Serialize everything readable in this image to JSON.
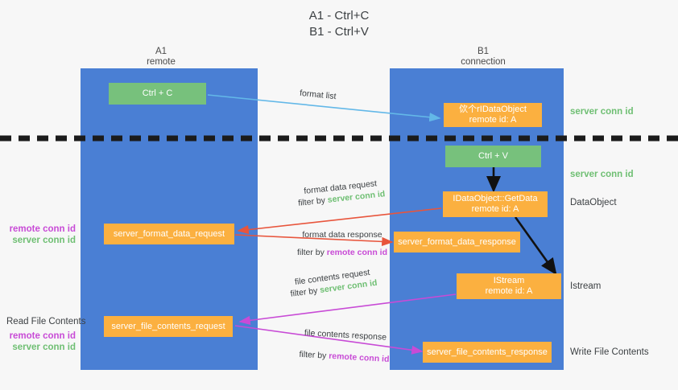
{
  "title": "A1 - Ctrl+C\nB1 - Ctrl+V",
  "colors": {
    "lane": "#4a7fd4",
    "box_green": "#77c17c",
    "box_orange": "#fbb040",
    "server_conn_id": "#6fbf73",
    "remote_conn_id": "#c84bd6",
    "arrow_blue": "#63b8e8",
    "arrow_red": "#e8553c",
    "arrow_magenta": "#c84bd6",
    "arrow_dark": "#111111",
    "background": "#f7f7f7"
  },
  "lanes": {
    "a1": {
      "title": "A1",
      "subtitle": "remote"
    },
    "b1": {
      "title": "B1",
      "subtitle": "connection"
    }
  },
  "boxes": {
    "ctrl_c": {
      "label": "Ctrl + C"
    },
    "ctrl_v": {
      "label": "Ctrl + V"
    },
    "idataobject": {
      "line1": "佽个rIDataObject",
      "line2": "remote id: A"
    },
    "getdata": {
      "line1": "IDataObject::GetData",
      "line2": "remote id: A"
    },
    "istream": {
      "line1": "IStream",
      "line2": "remote id: A"
    },
    "server_format_data_request": {
      "label": "server_format_data_request"
    },
    "server_format_data_response": {
      "label": "server_format_data_response"
    },
    "server_file_contents_request": {
      "label": "server_file_contents_request"
    },
    "server_file_contents_response": {
      "label": "server_file_contents_response"
    }
  },
  "right_labels": {
    "server_conn_id_1": "server conn id",
    "server_conn_id_2": "server conn id",
    "dataobject": "DataObject",
    "istream": "Istream",
    "write_file_contents": "Write File Contents"
  },
  "left_labels": {
    "remote_conn_id_1": "remote conn id",
    "server_conn_id_1": "server conn id",
    "read_file_contents": "Read File Contents",
    "remote_conn_id_2": "remote conn id",
    "server_conn_id_2": "server conn id"
  },
  "edges": {
    "format_list": {
      "text": "format list"
    },
    "format_data_request": {
      "line1": "format data request",
      "prefix": "filter by ",
      "highlight": "server conn id"
    },
    "format_data_response": {
      "line1": "format data response",
      "prefix": "filter by ",
      "highlight": "remote conn id"
    },
    "file_contents_request": {
      "line1": "file contents request",
      "prefix": "filter by ",
      "highlight": "server conn id"
    },
    "file_contents_response": {
      "line1": "file contents response",
      "prefix": "filter by ",
      "highlight": "remote conn id"
    }
  }
}
